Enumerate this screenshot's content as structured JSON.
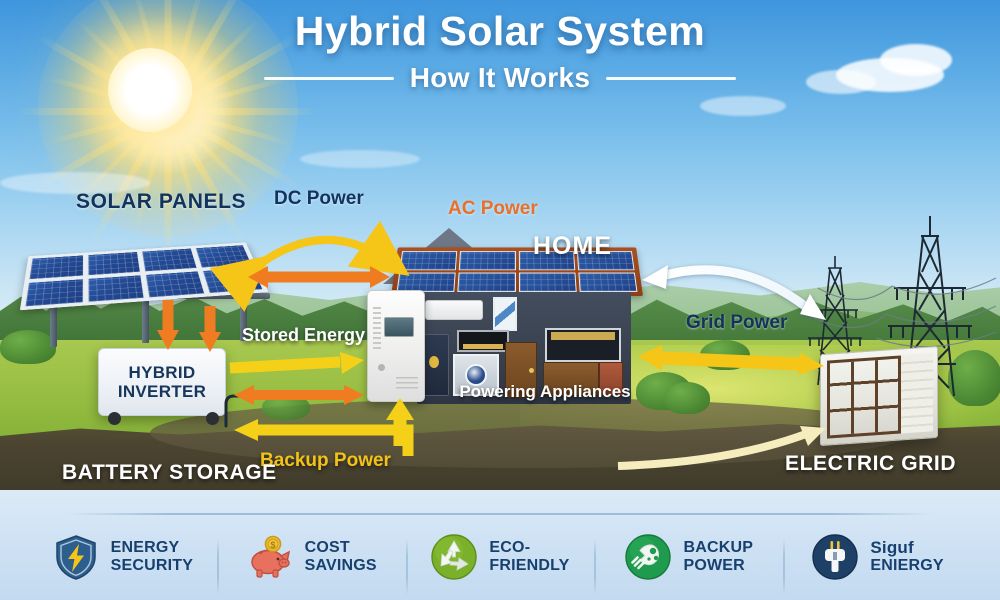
{
  "header": {
    "title": "Hybrid Solar System",
    "subtitle": "How It Works"
  },
  "diagram": {
    "labels": {
      "solar_panels": "SOLAR PANELS",
      "dc_power": "DC Power",
      "ac_power": "AC Power",
      "home": "HOME",
      "powering_appliances": "Powering Appliances",
      "grid_power": "Grid Power",
      "hybrid_inverter_line1": "HYBRID",
      "hybrid_inverter_line2": "INVERTER",
      "battery_storage": "BATTERY STORAGE",
      "stored_energy": "Stored Energy",
      "backup_power": "Backup Power",
      "electric_grid": "ELECTRIC GRID"
    },
    "flows": [
      {
        "id": "dc-power-arc",
        "label": "DC Power",
        "from": "solar-panels",
        "to": "home",
        "color": "#f5c518",
        "style": "curved-double"
      },
      {
        "id": "dc-power-straight",
        "label": "",
        "from": "solar-panels",
        "to": "home",
        "color": "#f07c22",
        "style": "straight-double"
      },
      {
        "id": "panels-to-battery",
        "label": "",
        "from": "solar-panels",
        "to": "battery-storage",
        "color": "#f07c22",
        "style": "down-single"
      },
      {
        "id": "stored-energy",
        "label": "Stored Energy",
        "from": "battery-storage",
        "to": "inverter",
        "color": "#f5d018",
        "style": "straight-single"
      },
      {
        "id": "inverter-exchange",
        "label": "",
        "from": "battery-storage",
        "to": "inverter",
        "color": "#f07c22",
        "style": "straight-double"
      },
      {
        "id": "backup-power",
        "label": "Backup Power",
        "from": "inverter",
        "to": "battery-storage",
        "color": "#f5d018",
        "style": "straight-single"
      },
      {
        "id": "grid-power",
        "label": "Grid Power",
        "from": "home",
        "to": "electric-grid",
        "color": "#ffffff",
        "style": "curved-double"
      },
      {
        "id": "grid-exchange",
        "label": "",
        "from": "home",
        "to": "electric-grid",
        "color": "#f5c518",
        "style": "straight-double"
      },
      {
        "id": "grid-to-home",
        "label": "",
        "from": "electric-grid",
        "to": "home",
        "color": "#f5e49a",
        "style": "curved-single"
      }
    ]
  },
  "footer": {
    "badges": [
      {
        "icon": "shield-bolt-icon",
        "line1": "ENERGY",
        "line2": "SECURITY",
        "color": "#2c5f8e"
      },
      {
        "icon": "piggy-bank-icon",
        "line1": "COST",
        "line2": "SAVINGS",
        "color": "#e8705f"
      },
      {
        "icon": "recycle-icon",
        "line1": "ECO-",
        "line2": "FRIENDLY",
        "color": "#7ab02a"
      },
      {
        "icon": "plug-bulb-icon",
        "line1": "BACKUP",
        "line2": "POWER",
        "color": "#1f9b4e"
      },
      {
        "icon": "plug-icon",
        "line1": "Siguf",
        "line2": "ENIERGY",
        "color": "#1e3f66"
      }
    ]
  },
  "colors": {
    "sky_top": "#3f96dd",
    "sky_bottom": "#dceef8",
    "navy_text": "#12335c",
    "orange_arrow": "#f07c22",
    "yellow_arrow": "#f5c518",
    "meadow": "#8fb93d",
    "footer_bg": "#cfe2f4"
  }
}
